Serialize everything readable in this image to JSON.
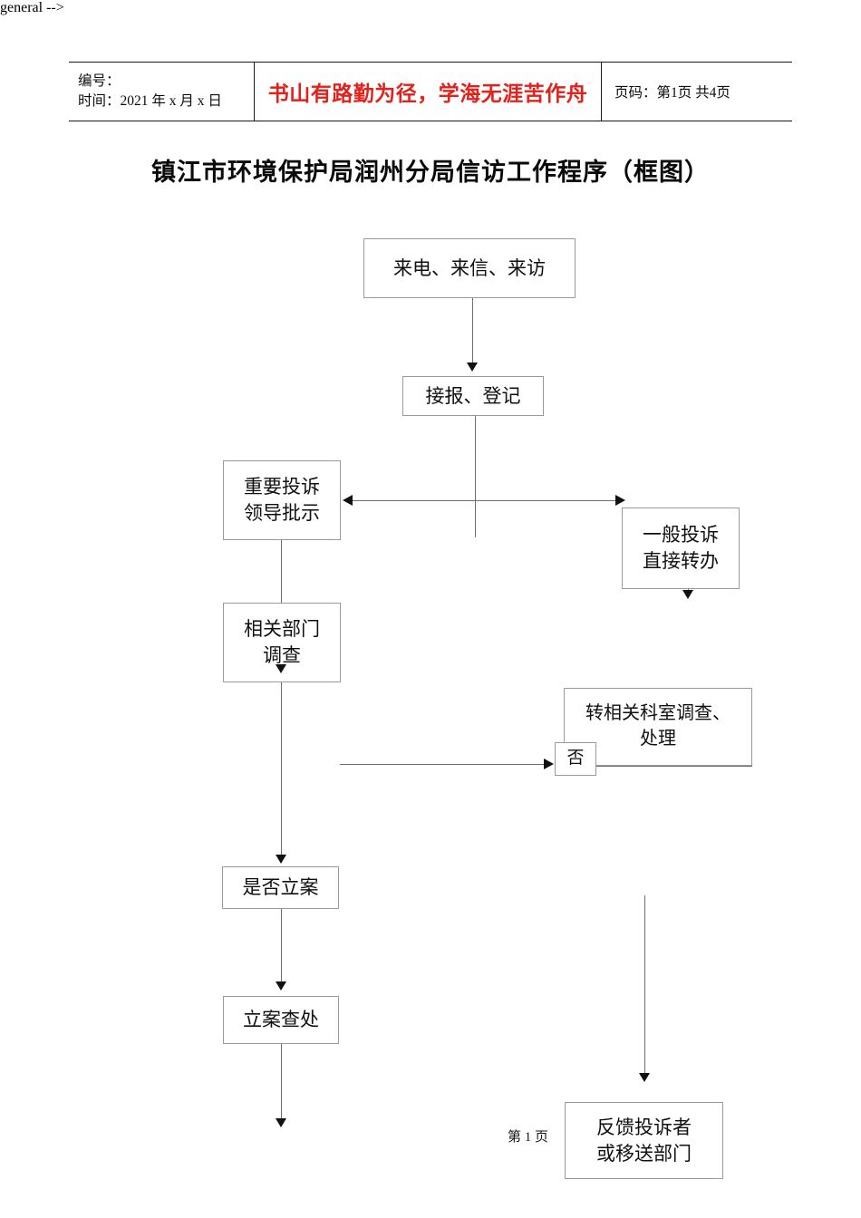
{
  "header": {
    "left_cell": {
      "line1": "编号：",
      "line2": "时间：2021 年 x 月 x 日"
    },
    "slogan": "书山有路勤为径，学海无涯苦作舟",
    "slogan_color": "#e3201a",
    "page_code": "页码：第1页 共4页"
  },
  "title": "镇江市环境保护局润州分局信访工作程序（框图）",
  "footer": {
    "page_label": "第 1 页"
  },
  "flowchart": {
    "type": "diagram",
    "nodes": [
      {
        "id": "intake",
        "label": "来电、来信、来访"
      },
      {
        "id": "register",
        "label": "接报、登记"
      },
      {
        "id": "important",
        "label": "重要投诉\n领导批示"
      },
      {
        "id": "general",
        "label": "一般投诉\n直接转办"
      },
      {
        "id": "dept_invest",
        "label": "相关部门\n调查"
      },
      {
        "id": "transfer",
        "label": "转相关科室调查、\n处理"
      },
      {
        "id": "no",
        "label": "否"
      },
      {
        "id": "case_decide",
        "label": "是否立案"
      },
      {
        "id": "case_handle",
        "label": "立案查处"
      },
      {
        "id": "feedback",
        "label": "反馈投诉者\n或移送部门"
      }
    ],
    "edges": [
      {
        "from": "intake",
        "to": "register",
        "style": "arrow-down"
      },
      {
        "from": "register",
        "to": "important",
        "style": "arrow-left"
      },
      {
        "from": "register",
        "to": "general",
        "style": "arrow-right"
      },
      {
        "from": "general",
        "to": "transfer",
        "style": "arrow-down"
      },
      {
        "from": "important",
        "to": "dept_invest",
        "style": "arrow-down"
      },
      {
        "from": "dept_invest",
        "to": "case_decide",
        "style": "arrow-down"
      },
      {
        "from": "case_decide",
        "to": "case_handle",
        "style": "arrow-down"
      },
      {
        "from": "no",
        "to": "transfer",
        "style": "arrow-right"
      },
      {
        "from": "transfer",
        "to": "feedback",
        "style": "arrow-down"
      }
    ],
    "line_color": "#6e6e6e",
    "box_border_color": "#9b9b9b"
  }
}
